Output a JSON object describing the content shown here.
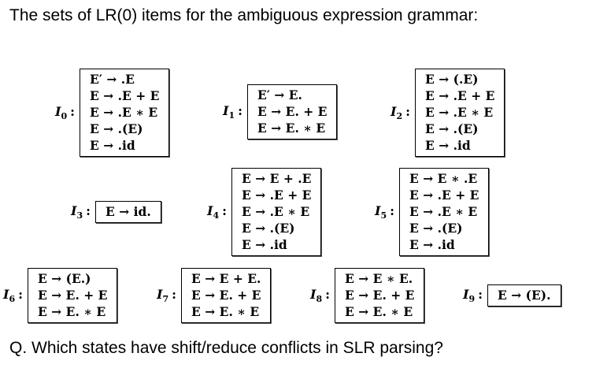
{
  "title": "The sets of LR(0) items for the ambiguous expression grammar:",
  "question": "Q. Which states have shift/reduce conflicts in SLR parsing?",
  "states": [
    {
      "label": "I",
      "sub": "0",
      "items": [
        "E′ → .E",
        "E → .E + E",
        "E → .E ∗ E",
        "E → .(E)",
        "E → .id"
      ]
    },
    {
      "label": "I",
      "sub": "1",
      "items": [
        "E′ → E.",
        "E → E. + E",
        "E → E. ∗ E"
      ]
    },
    {
      "label": "I",
      "sub": "2",
      "items": [
        "E → (.E)",
        "E → .E + E",
        "E → .E ∗ E",
        "E → .(E)",
        "E → .id"
      ]
    },
    {
      "label": "I",
      "sub": "3",
      "items": [
        "E → id."
      ]
    },
    {
      "label": "I",
      "sub": "4",
      "items": [
        "E → E + .E",
        "E → .E + E",
        "E → .E ∗ E",
        "E → .(E)",
        "E → .id"
      ]
    },
    {
      "label": "I",
      "sub": "5",
      "items": [
        "E → E ∗ .E",
        "E → .E + E",
        "E → .E ∗ E",
        "E → .(E)",
        "E → .id"
      ]
    },
    {
      "label": "I",
      "sub": "6",
      "items": [
        "E → (E.)",
        "E → E. + E",
        "E → E. ∗ E"
      ]
    },
    {
      "label": "I",
      "sub": "7",
      "items": [
        "E → E + E.",
        "E → E. + E",
        "E → E. ∗ E"
      ]
    },
    {
      "label": "I",
      "sub": "8",
      "items": [
        "E → E ∗ E.",
        "E → E. + E",
        "E → E. ∗ E"
      ]
    },
    {
      "label": "I",
      "sub": "9",
      "items": [
        "E → (E)."
      ]
    }
  ]
}
